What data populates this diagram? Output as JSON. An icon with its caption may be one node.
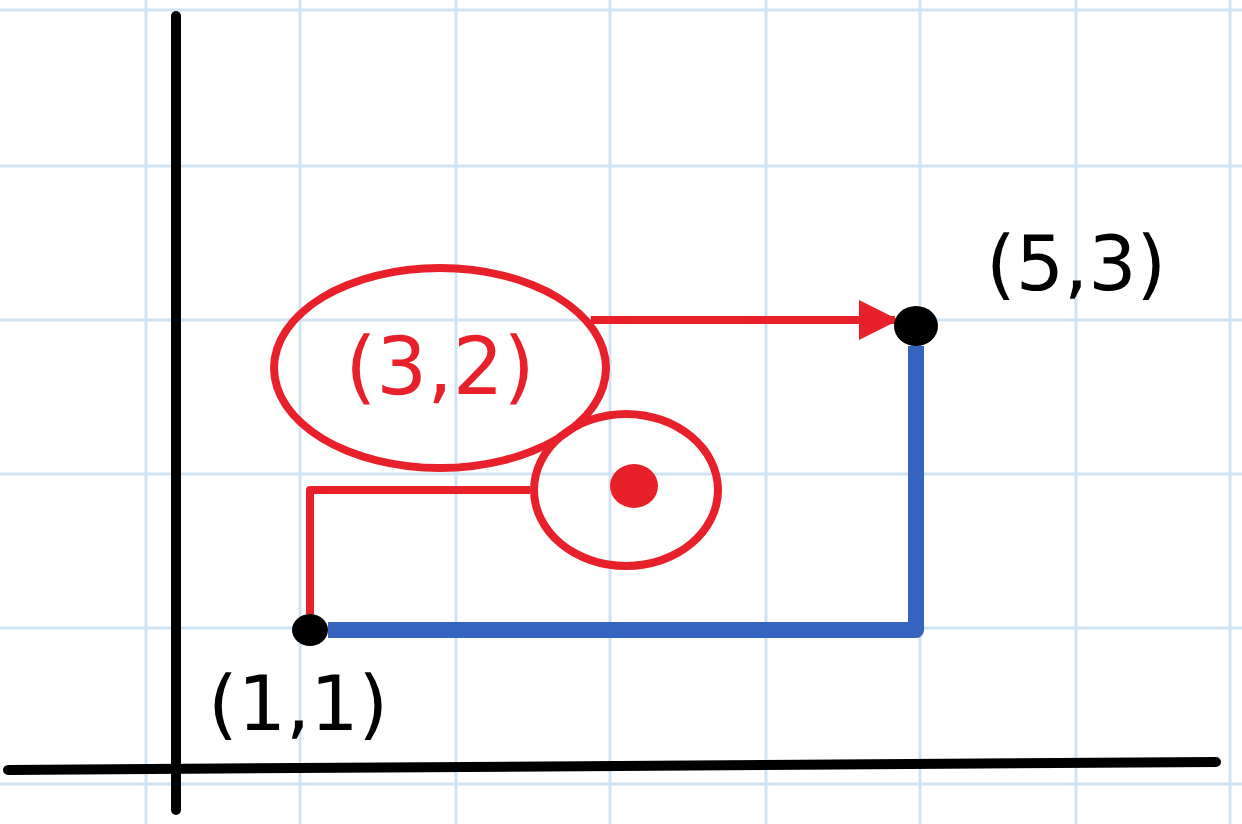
{
  "diagram": {
    "nodes": [
      {
        "text": [],
        "shape": "circle",
        "beside": [
          "(1,1)"
        ]
      },
      {
        "text": [
          "(3,2)"
        ]
      },
      {
        "text": [],
        "shape": "circle"
      },
      {
        "text": [],
        "shape": "circle",
        "beside": [
          "(5,3)"
        ]
      }
    ],
    "edges": [
      {
        "from": 0,
        "to": 2,
        "arrow": "none"
      },
      {
        "from": 1,
        "to": 3,
        "arrow": "to"
      },
      {
        "from": 0,
        "to": 3,
        "arrow": "none",
        "style": "thick",
        "color": "#3563c0"
      }
    ]
  }
}
